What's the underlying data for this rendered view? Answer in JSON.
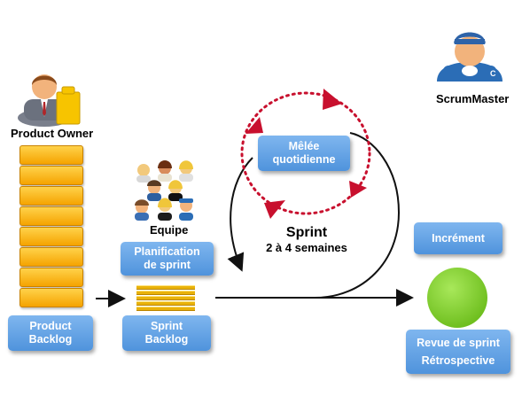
{
  "roles": {
    "product_owner": "Product Owner",
    "team": "Equipe",
    "scrum_master": "ScrumMaster",
    "scrum_master_cap_letter": "C"
  },
  "boxes": {
    "product_backlog": "Product\nBacklog",
    "sprint_planning": "Planification\nde sprint",
    "sprint_backlog": "Sprint\nBacklog",
    "daily_scrum": "Mêlée\nquotidienne",
    "increment": "Incrément",
    "review_retro": "Revue de sprint\nRétrospective"
  },
  "sprint": {
    "title": "Sprint",
    "duration": "2 à 4 semaines"
  },
  "colors": {
    "box_blue": "#5b9fe6",
    "backlog_orange": "#f5a300",
    "daily_loop_red": "#c8102e",
    "increment_green": "#8bd43a"
  }
}
